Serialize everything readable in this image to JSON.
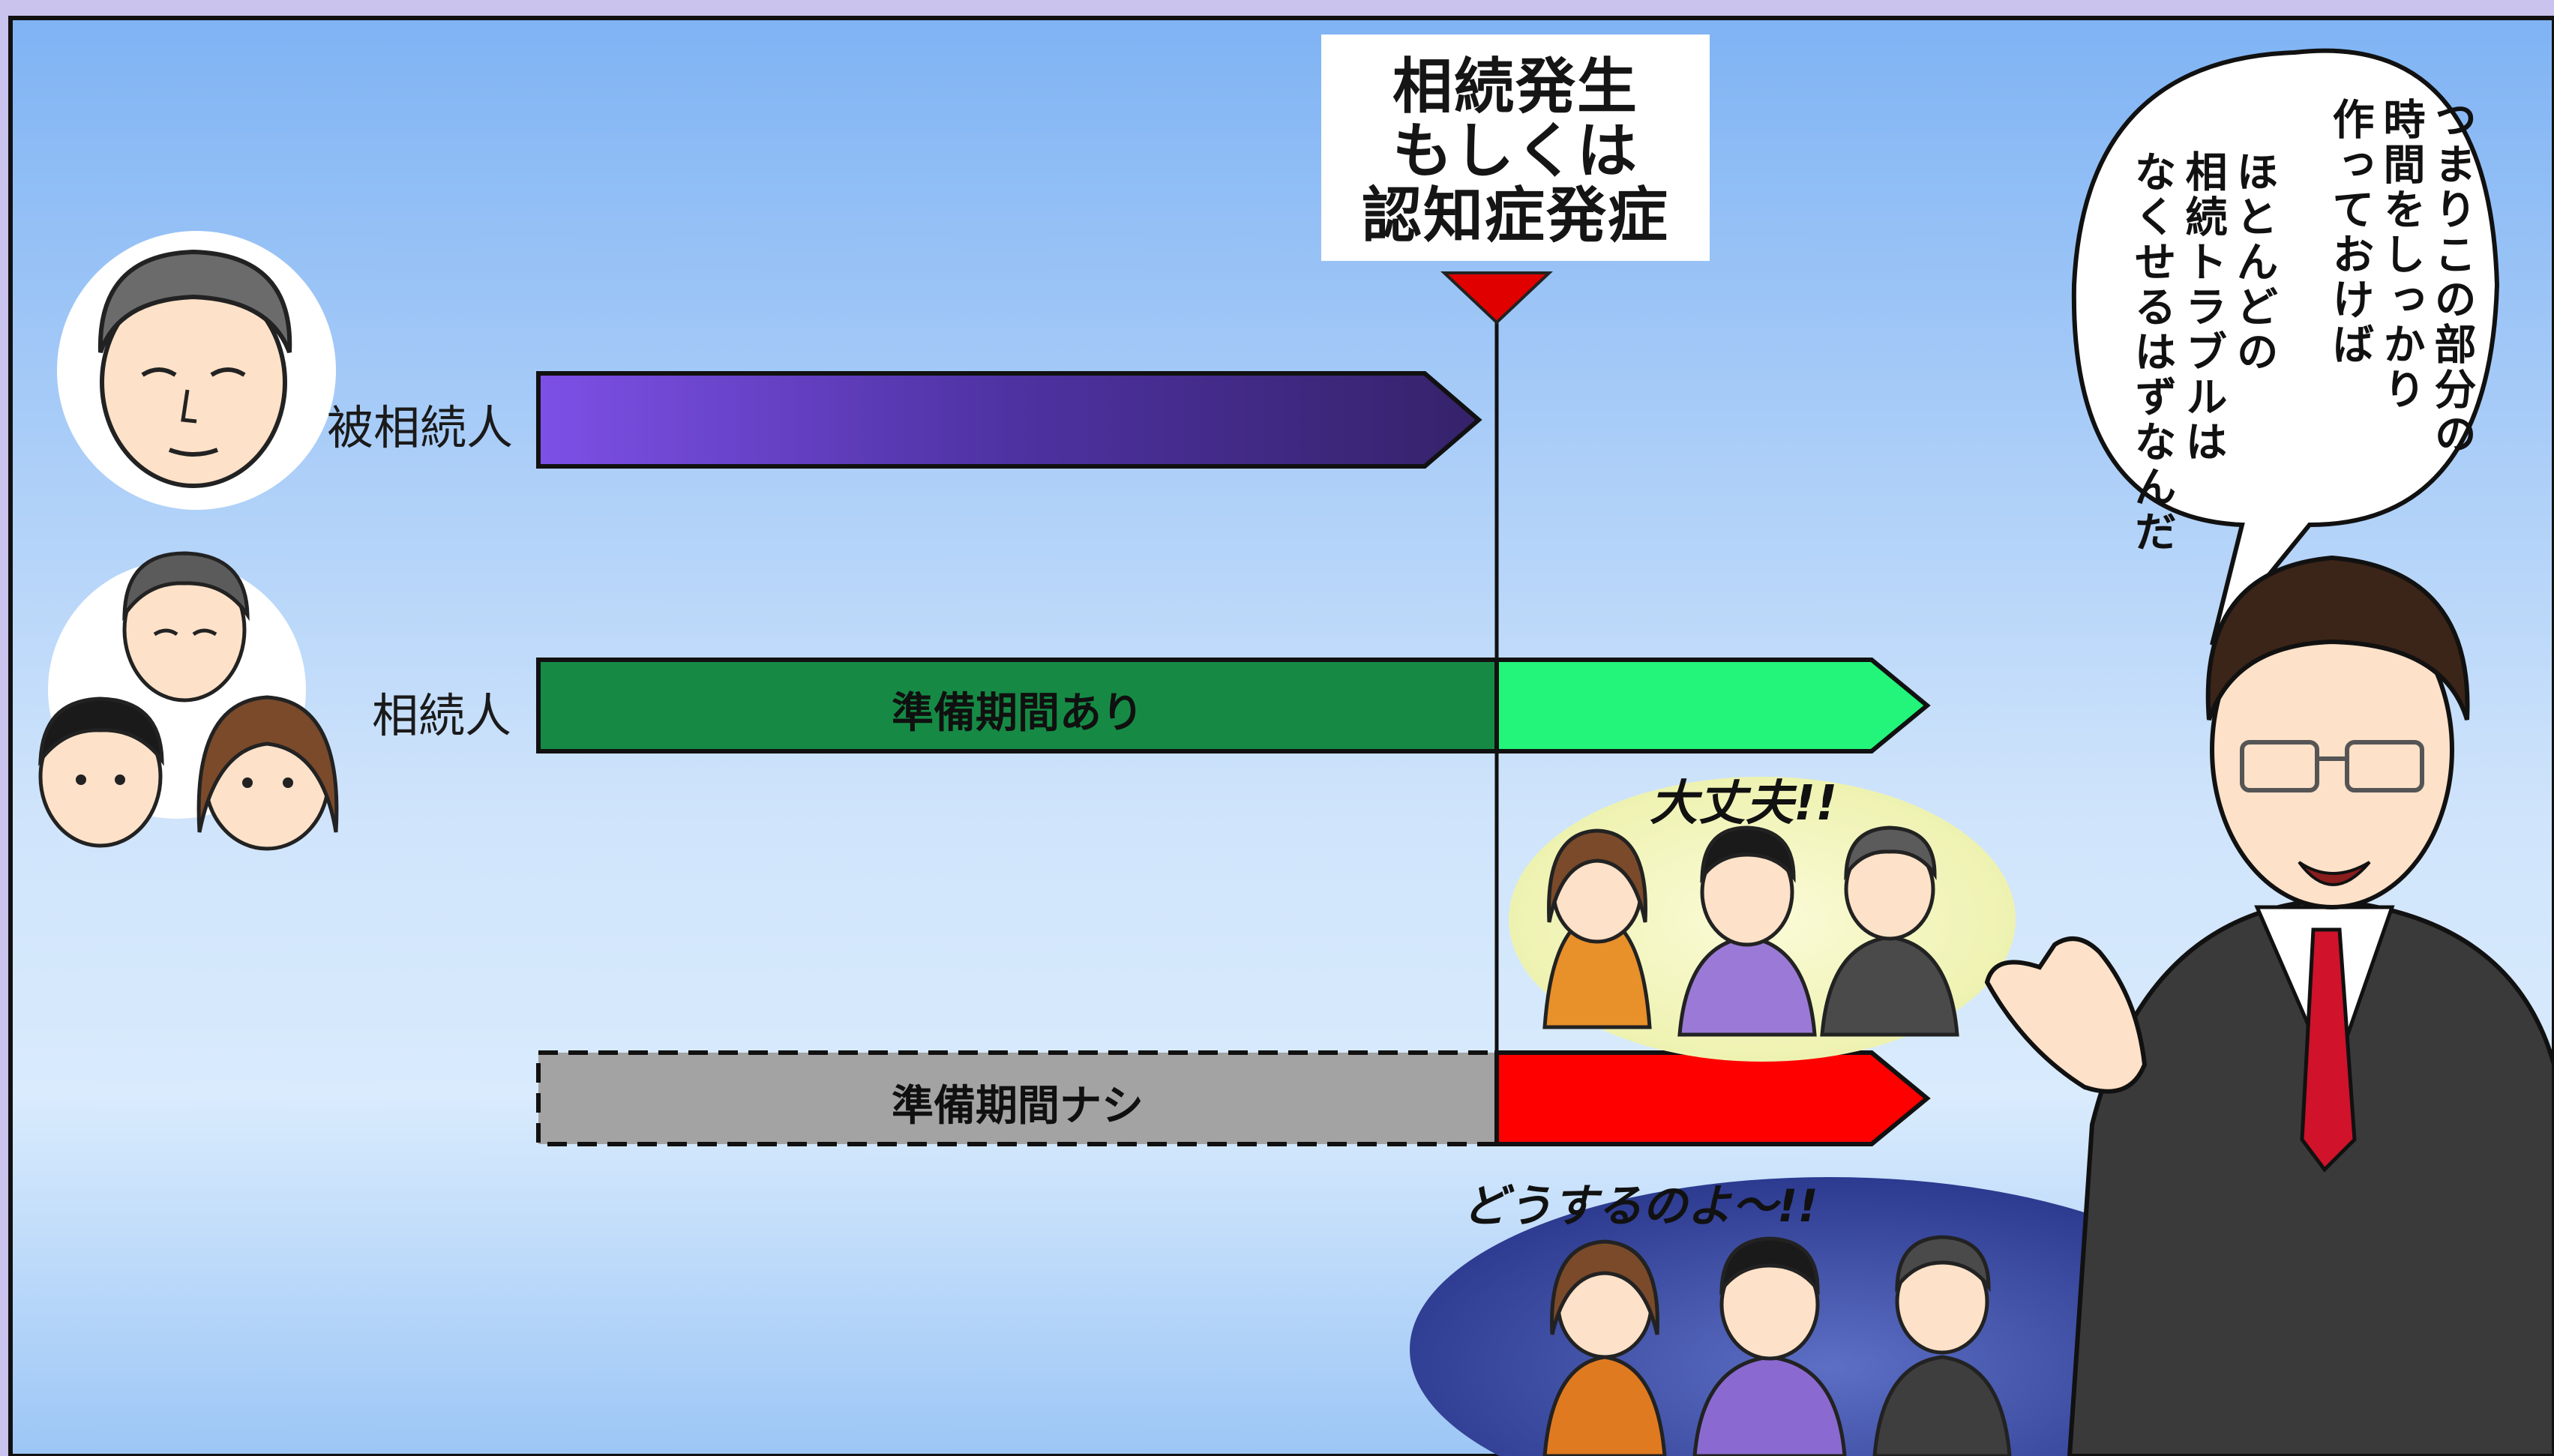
{
  "event": {
    "line1": "相続発生",
    "line2": "もしくは",
    "line3": "認知症発症"
  },
  "people": {
    "decedent_label": "被相続人",
    "heirs_label": "相続人"
  },
  "bars": {
    "with_prep_label": "準備期間あり",
    "without_prep_label": "準備期間ナシ"
  },
  "speech": {
    "col1": "つまりこの部分の",
    "col2": "時間をしっかり",
    "col3": "作っておけば",
    "col4": "ほとんどの",
    "col5": "相続トラブルは",
    "col6": "なくせるはずなんだ"
  },
  "reactions": {
    "happy": "大丈夫!!",
    "panic": "どうするのよ〜!!"
  },
  "colors": {
    "sky_top": "#86b8f5",
    "sky_bottom": "#dfeeff",
    "decedent_bar_start": "#7a4fe0",
    "decedent_bar_end": "#37246e",
    "prep_bar_dark": "#168a45",
    "prep_bar_light": "#22f57a",
    "noprep_gray": "#a3a3a3",
    "noprep_red": "#ff0000",
    "marker_red": "#e00000"
  }
}
